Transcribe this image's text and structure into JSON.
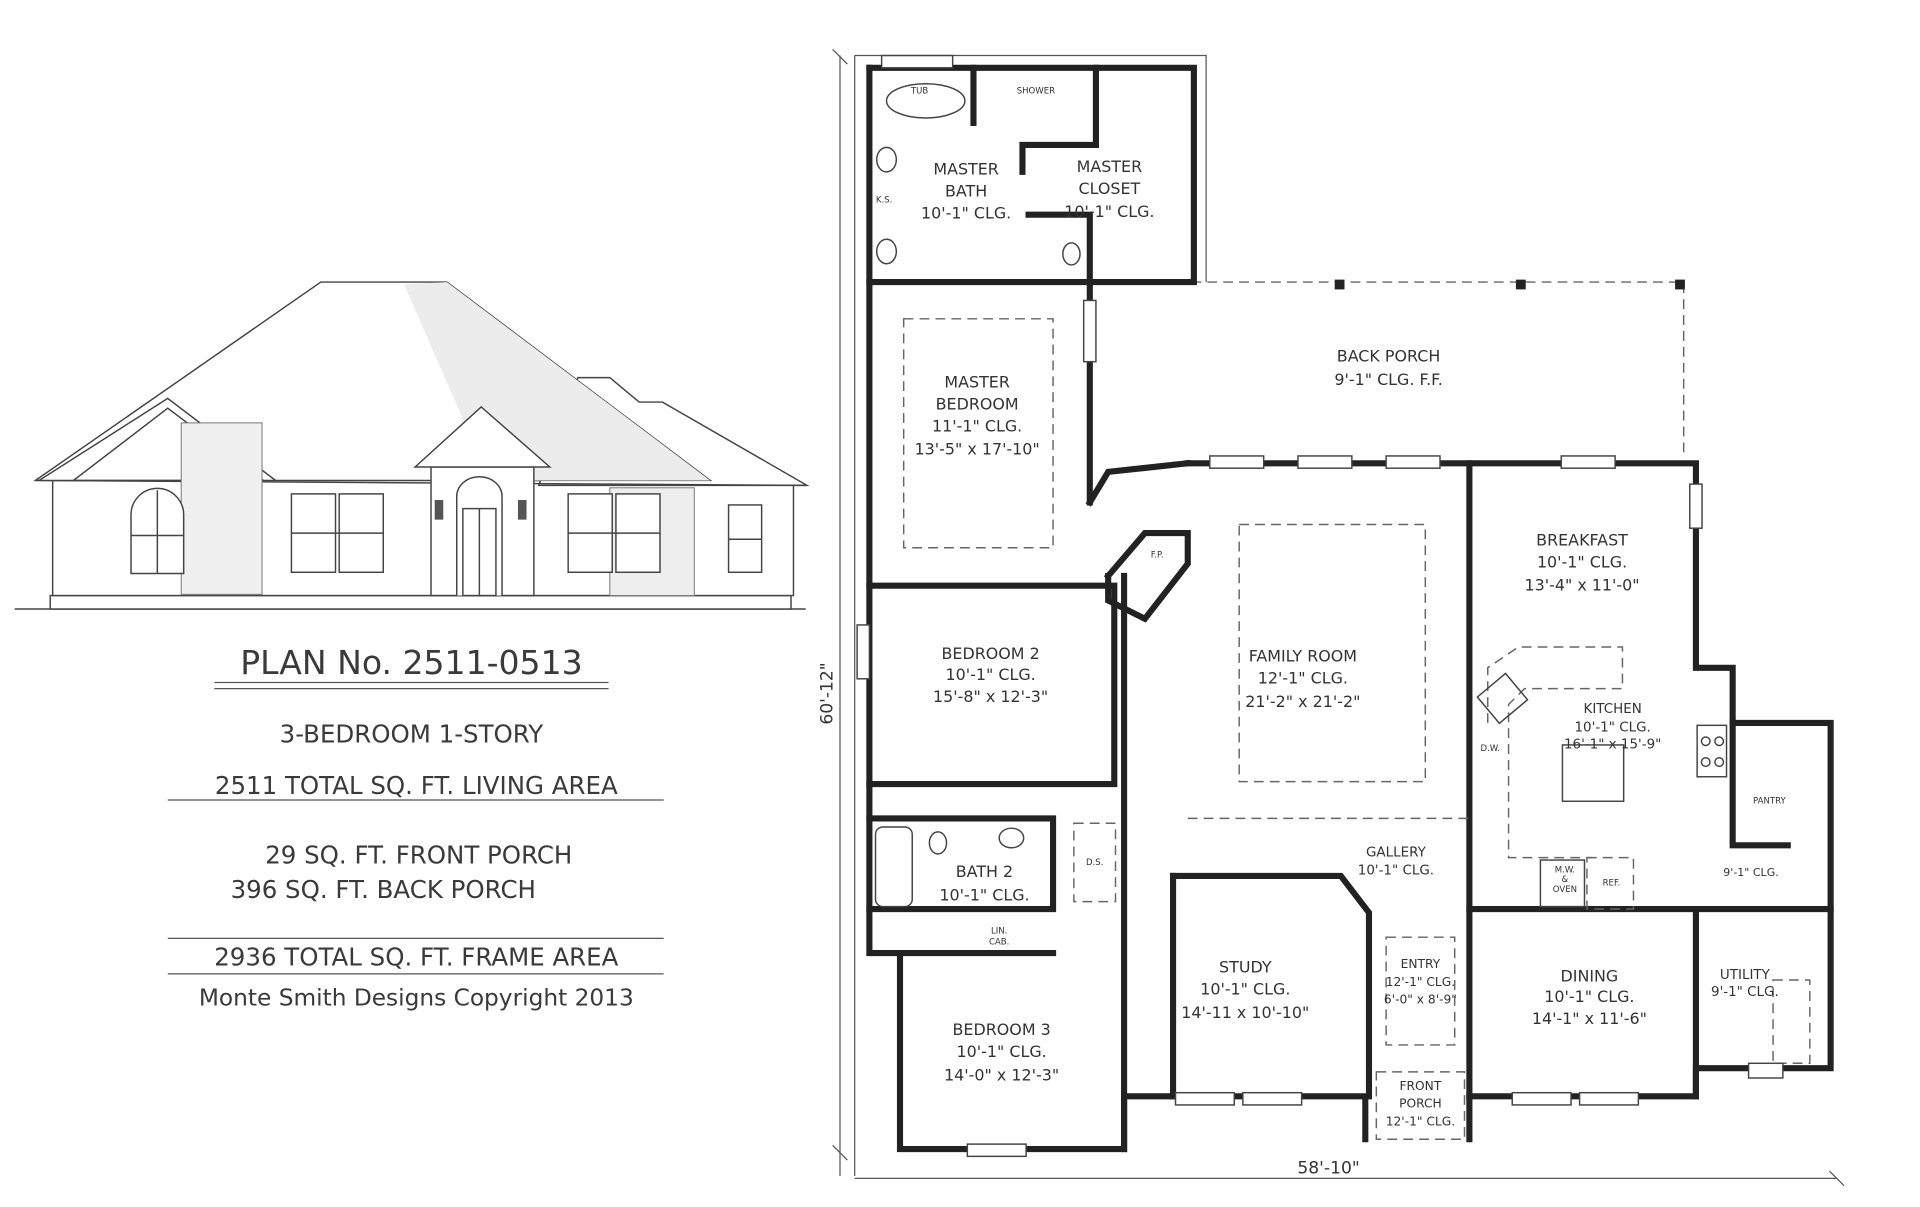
{
  "plan_info": {
    "plan_number": "PLAN No. 2511-0513",
    "type": "3-BEDROOM   1-STORY",
    "living_area": "2511  TOTAL SQ. FT. LIVING AREA",
    "front_porch": "29  SQ. FT. FRONT PORCH",
    "back_porch": "396  SQ. FT. BACK PORCH",
    "frame_area": "2936  TOTAL SQ. FT. FRAME AREA",
    "copyright": "Monte Smith Designs Copyright 2013"
  },
  "dimensions": {
    "depth": "60'-12\"",
    "width": "58'-10\""
  },
  "rooms": {
    "master_bath": [
      "MASTER",
      "BATH",
      "10'-1\" CLG."
    ],
    "master_closet": [
      "MASTER",
      "CLOSET",
      "10'-1\" CLG."
    ],
    "back_porch": [
      "BACK PORCH",
      "9'-1\" CLG. F.F."
    ],
    "master_bedroom": [
      "MASTER",
      "BEDROOM",
      "11'-1\" CLG.",
      "13'-5\" x 17'-10\""
    ],
    "breakfast": [
      "BREAKFAST",
      "10'-1\" CLG.",
      "13'-4\" x 11'-0\""
    ],
    "family_room": [
      "FAMILY ROOM",
      "12'-1\" CLG.",
      "21'-2\" x 21'-2\""
    ],
    "bedroom_2": [
      "BEDROOM 2",
      "10'-1\" CLG.",
      "15'-8\" x 12'-3\""
    ],
    "kitchen": [
      "KITCHEN",
      "10'-1\" CLG.",
      "16'-1\" x 15'-9\""
    ],
    "gallery": [
      "GALLERY",
      "10'-1\" CLG."
    ],
    "bath_2": [
      "BATH 2",
      "10'-1\" CLG."
    ],
    "study": [
      "STUDY",
      "10'-1\" CLG.",
      "14'-11 x 10'-10\""
    ],
    "entry": [
      "ENTRY",
      "12'-1\" CLG.",
      "6'-0\" x 8'-9\""
    ],
    "dining": [
      "DINING",
      "10'-1\" CLG.",
      "14'-1\" x 11'-6\""
    ],
    "utility": [
      "UTILITY",
      "9'-1\" CLG."
    ],
    "front_porch": [
      "FRONT",
      "PORCH",
      "12'-1\" CLG."
    ],
    "bedroom_3": [
      "BEDROOM 3",
      "10'-1\" CLG.",
      "14'-0\" x 12'-3\""
    ],
    "hall_utility": [
      "9'-1\" CLG."
    ]
  },
  "fixtures": {
    "tub": "TUB",
    "shower": "SHOWER",
    "ks": "K.S.",
    "fp": "F.P.",
    "dw": "D.W.",
    "pantry": "PANTRY",
    "mw_oven": [
      "M.W.",
      "&",
      "OVEN"
    ],
    "ref": "REF.",
    "ds": "D.S.",
    "lin_cab": [
      "LIN.",
      "CAB."
    ]
  }
}
